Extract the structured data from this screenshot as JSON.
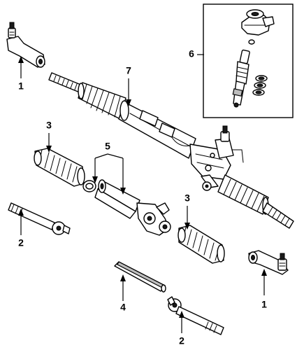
{
  "diagram": {
    "callouts": [
      {
        "id": "tie-rod-end-left",
        "label": "1"
      },
      {
        "id": "tie-rod-end-right",
        "label": "1"
      },
      {
        "id": "inner-tie-rod-left",
        "label": "2"
      },
      {
        "id": "inner-tie-rod-bottom",
        "label": "2"
      },
      {
        "id": "boot-left",
        "label": "3"
      },
      {
        "id": "boot-right",
        "label": "3"
      },
      {
        "id": "sleeve",
        "label": "4"
      },
      {
        "id": "housing-bushings",
        "label": "5"
      },
      {
        "id": "valve-inset",
        "label": "6"
      },
      {
        "id": "rack-and-pinion",
        "label": "7"
      }
    ]
  }
}
